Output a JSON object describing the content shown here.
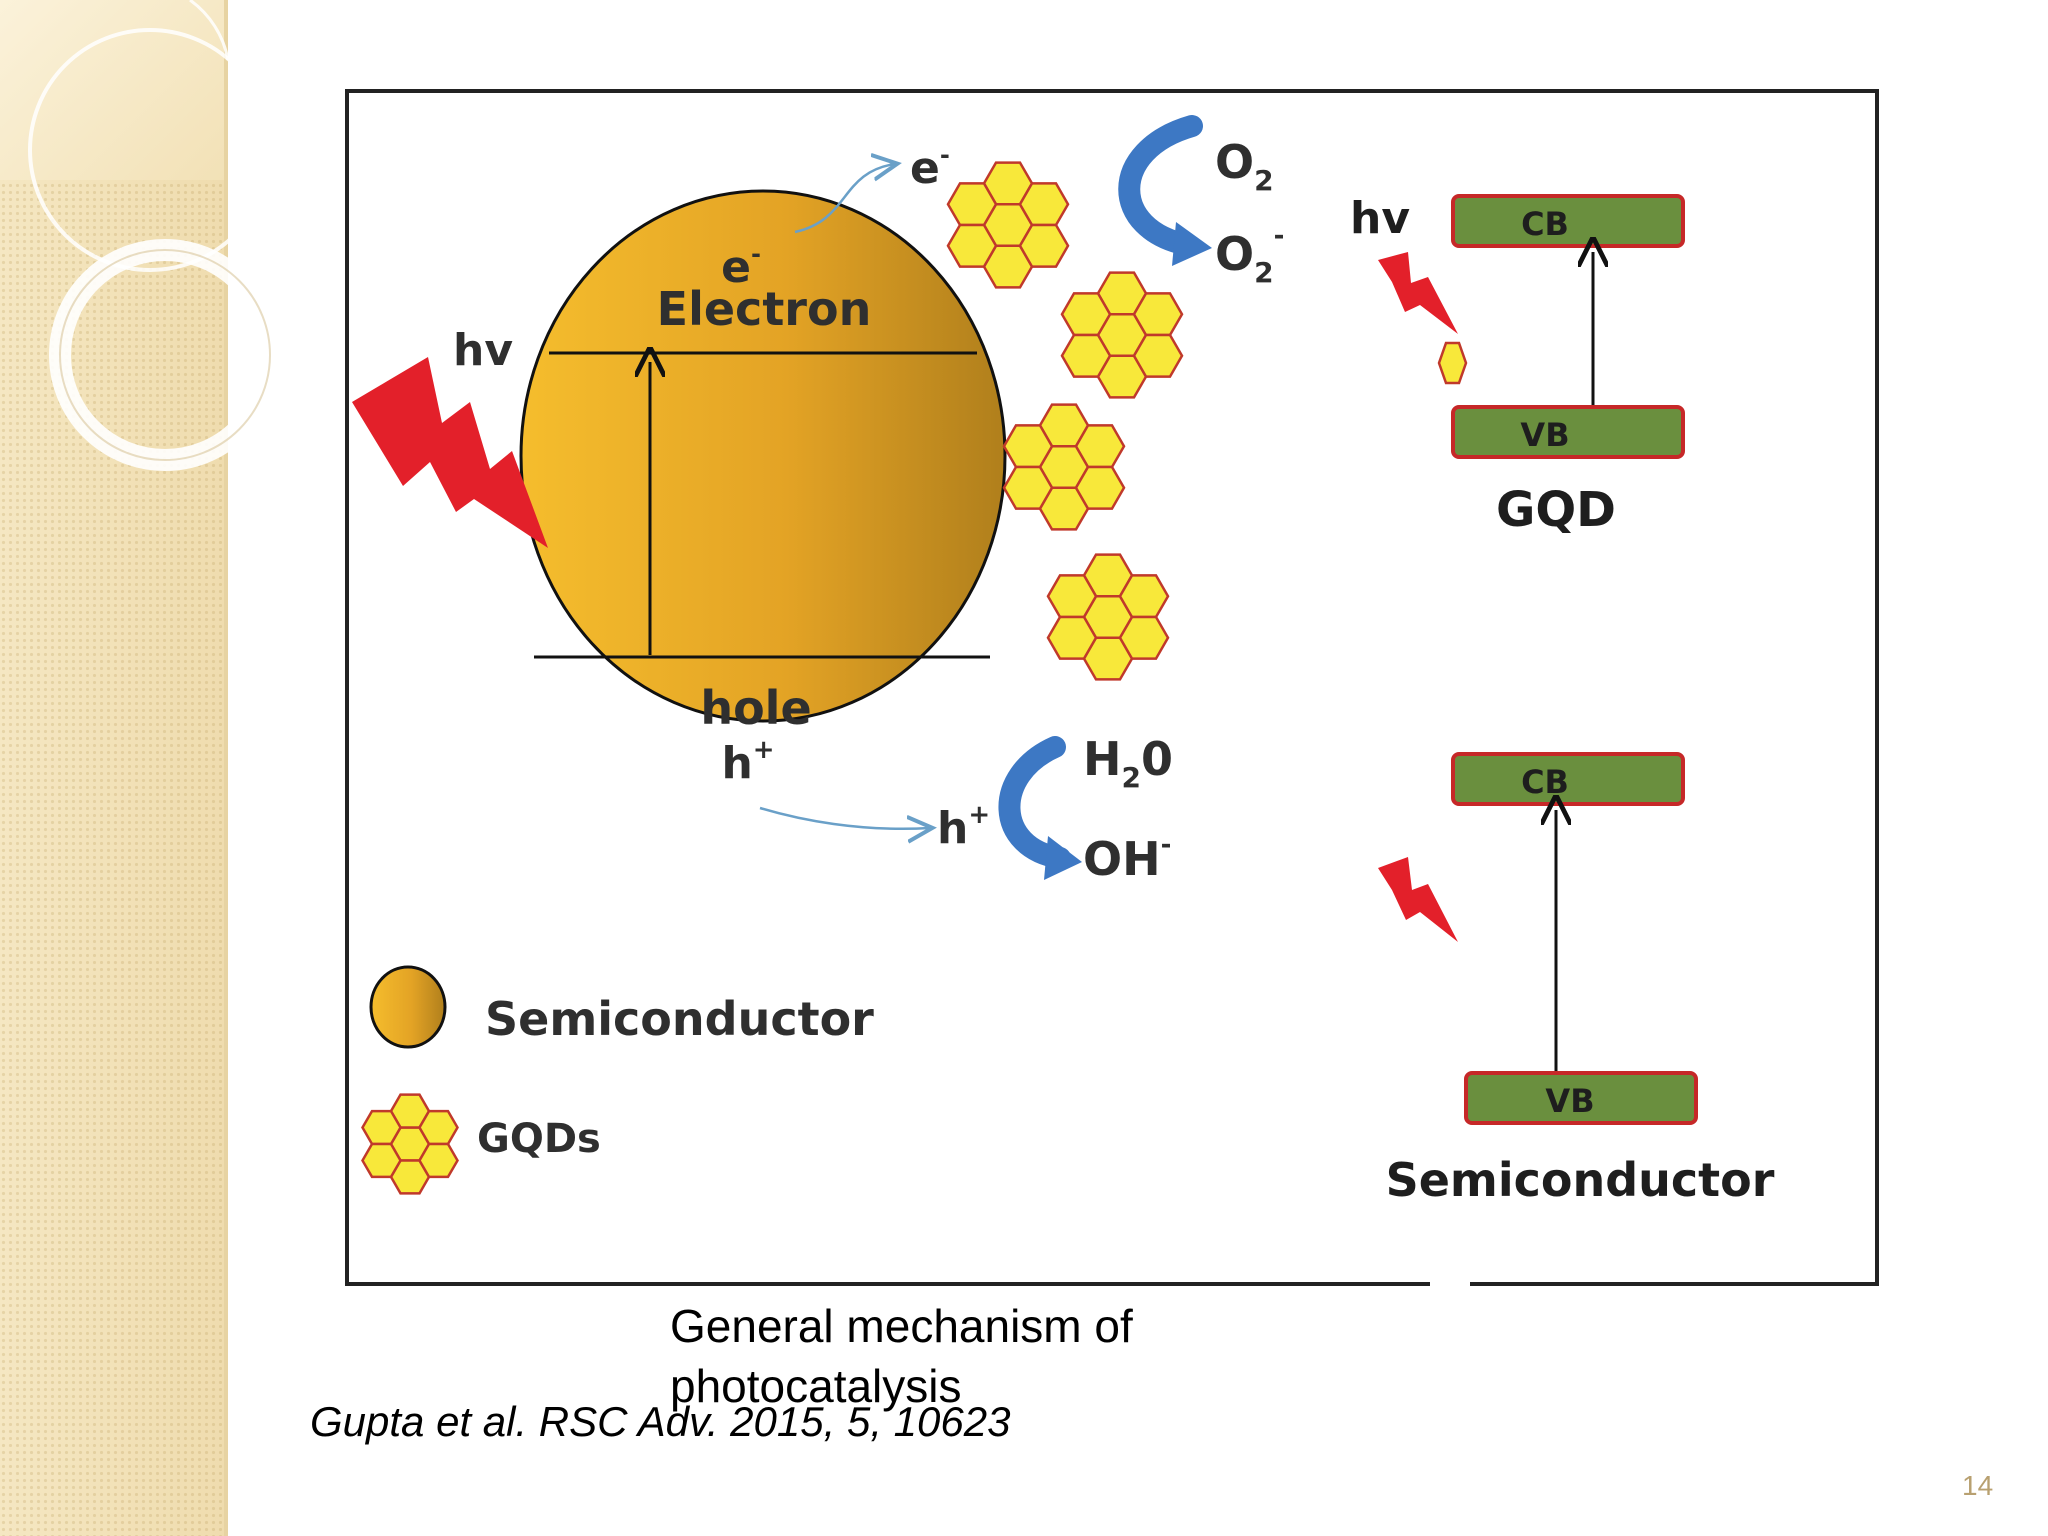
{
  "diagram": {
    "sc_electron_sym": "e",
    "sc_electron_sup": "-",
    "sc_electron_word": "Electron",
    "sc_hole_word": "hole",
    "sc_hole_sym": "h",
    "sc_hole_sup": "+",
    "hv_left": "hv",
    "out_electron": "e",
    "out_electron_sup": "-",
    "o2": "O",
    "o2_sub": "2",
    "o2_minus": "O",
    "o2_minus_sub": "2",
    "o2_minus_sup": "-",
    "out_hole": "h",
    "out_hole_sup": "+",
    "h2o_a": "H",
    "h2o_sub": "2",
    "h2o_b": "0",
    "oh": "OH",
    "oh_sup": "-",
    "legend_semiconductor": "Semiconductor",
    "legend_gqds": "GQDs",
    "gqd_hv": "hv",
    "gqd_cb": "CB",
    "gqd_vb": "VB",
    "gqd_title": "GQD",
    "sc_cb": "CB",
    "sc_vb": "VB",
    "sc_title": "Semiconductor"
  },
  "caption": "General mechanism of photocatalysis",
  "citation": "Gupta et al. RSC Adv. 2015, 5, 10623",
  "page_number": "14",
  "colors": {
    "semiconductor_gold": "#e8a822",
    "semiconductor_dark": "#b78418",
    "gqd_fill": "#f8e83a",
    "gqd_stroke": "#c0392b",
    "band_fill": "#6a8f3e",
    "band_stroke": "#c62828",
    "lightning": "#e3202a",
    "arrow_blue": "#3d78c4"
  }
}
